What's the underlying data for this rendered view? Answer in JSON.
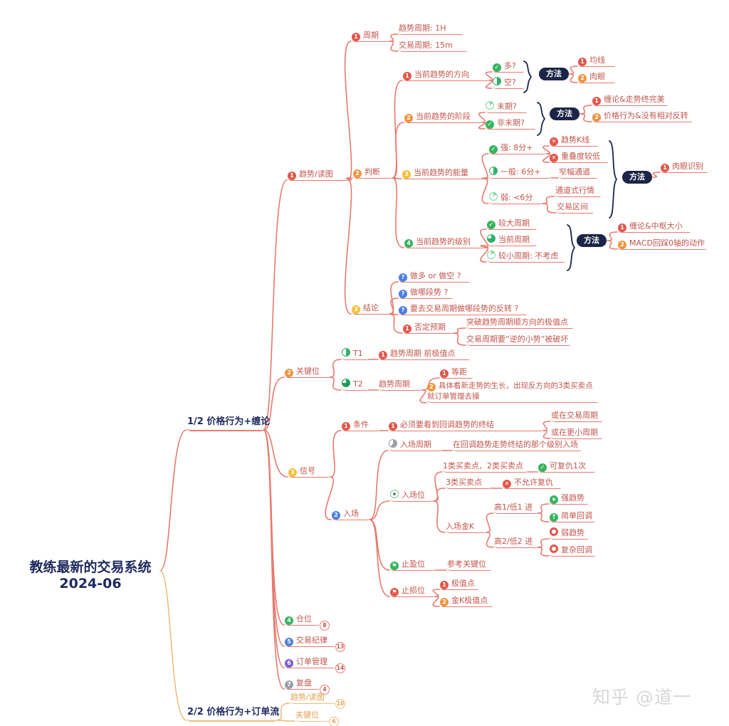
{
  "title": {
    "line1": "教练最新的交易系统",
    "line2": "2024-06"
  },
  "watermark": "知乎 @道一",
  "colors": {
    "red_line": "#e8796d",
    "red_text": "#c2554b",
    "orange_line": "#ecbc7c",
    "orange_text": "#dfa050",
    "navy": "#1e2a5e",
    "pill_bg": "#1c2547",
    "green": "#36b45c",
    "blue": "#4a7fe0",
    "purple": "#7a5cd6",
    "yellow": "#f3c13a",
    "gray": "#9aa0a6"
  },
  "nodes": {
    "b1": {
      "label": "1/2 价格行为+缠论"
    },
    "b2": {
      "label": "2/2 价格行为+订单流"
    },
    "trend": {
      "label": "趋势/读图",
      "icon": "n1"
    },
    "keypos": {
      "label": "关键位",
      "icon": "n2"
    },
    "signal": {
      "label": "信号",
      "icon": "n3"
    },
    "pos": {
      "label": "仓位",
      "icon": "n4",
      "badge": "8"
    },
    "discipline": {
      "label": "交易纪律",
      "icon": "n5",
      "badge": "13"
    },
    "order": {
      "label": "订单管理",
      "icon": "n6",
      "badge": "14"
    },
    "review": {
      "label": "复盘",
      "icon": "n7",
      "badge": "4"
    },
    "o_trend": {
      "label": "趋势/读图",
      "badge": "10"
    },
    "o_key": {
      "label": "关键位",
      "badge": "6"
    },
    "cycle": {
      "label": "周期",
      "icon": "n1"
    },
    "cycle1": {
      "label": "趋势周期: 1H"
    },
    "cycle2": {
      "label": "交易周期: 15m"
    },
    "judge": {
      "label": "判断",
      "icon": "n2"
    },
    "dir": {
      "label": "当前趋势的方向",
      "icon": "n1"
    },
    "dir_long": {
      "label": "多?",
      "icon": "check"
    },
    "dir_short": {
      "label": "空?",
      "icon": "half"
    },
    "m1": {
      "label": "方法"
    },
    "m1a": {
      "label": "均线",
      "icon": "n1"
    },
    "m1b": {
      "label": "肉眼",
      "icon": "n2"
    },
    "stage": {
      "label": "当前趋势的阶段",
      "icon": "n2"
    },
    "stage1": {
      "label": "末期?",
      "icon": "slice"
    },
    "stage2": {
      "label": "非末期?",
      "icon": "check"
    },
    "m2": {
      "label": "方法"
    },
    "m2a": {
      "label": "缠论&走势终完美",
      "icon": "n1"
    },
    "m2b": {
      "label": "价格行为&没有相对反转",
      "icon": "n2"
    },
    "energy": {
      "label": "当前趋势的能量",
      "icon": "n3"
    },
    "e_strong": {
      "label": "强: 8分+",
      "icon": "check"
    },
    "e_s1": {
      "label": "趋势K线",
      "icon": "x"
    },
    "e_s2": {
      "label": "重叠度较低",
      "icon": "x"
    },
    "e_mid": {
      "label": "一般: 6分+",
      "icon": "half"
    },
    "e_m1": {
      "label": "窄幅通道"
    },
    "e_weak": {
      "label": "弱: <6分",
      "icon": "slice"
    },
    "e_w1": {
      "label": "通道式行情"
    },
    "e_w2": {
      "label": "交易区间"
    },
    "m3": {
      "label": "方法"
    },
    "m3a": {
      "label": "肉眼识别",
      "icon": "n1"
    },
    "level": {
      "label": "当前趋势的级别",
      "icon": "n4"
    },
    "lv1": {
      "label": "较大周期",
      "icon": "check"
    },
    "lv2": {
      "label": "当前周期",
      "icon": "threeq"
    },
    "lv3": {
      "label": "较小周期: 不考虑",
      "icon": "slice"
    },
    "m4": {
      "label": "方法"
    },
    "m4a": {
      "label": "缠论&中枢大小",
      "icon": "n1"
    },
    "m4b": {
      "label": "MACD回踩0轴的动作",
      "icon": "n2"
    },
    "concl": {
      "label": "结论",
      "icon": "n3"
    },
    "c1": {
      "label": "做多 or 做空 ?",
      "icon": "q"
    },
    "c2": {
      "label": "做哪段势 ?",
      "icon": "q"
    },
    "c3": {
      "label": "要去交易周期做哪段势的反转 ?",
      "icon": "q"
    },
    "c4": {
      "label": "否定预期",
      "icon": "n1"
    },
    "c4a": {
      "label": "突破趋势周期顺方向的极值点"
    },
    "c4b": {
      "label": "交易周期要“逆的小势”被破坏"
    },
    "t1": {
      "label": "T1",
      "icon": "half"
    },
    "t1a": {
      "label": "趋势周期 前极值点",
      "icon": "n1"
    },
    "t2": {
      "label": "T2",
      "icon": "threeq2"
    },
    "t2a": {
      "label": "趋势周期"
    },
    "t2a1": {
      "label": "等距",
      "icon": "n1"
    },
    "t2a2": {
      "label": "具体看新走势的生长，出现反方向的3类买卖点 就订单管理去操",
      "icon": "n2"
    },
    "cond": {
      "label": "条件",
      "icon": "n1"
    },
    "cond1": {
      "label": "必须要看到回调趋势的终结",
      "icon": "n1"
    },
    "cond1a": {
      "label": "或在交易周期"
    },
    "cond1b": {
      "label": "或在更小周期"
    },
    "entrycycle": {
      "label": "入场周期",
      "icon": "prog"
    },
    "entrycycle1": {
      "label": "在回调趋势走势终结的那个级别入场"
    },
    "entry": {
      "label": "入场",
      "icon": "n2b"
    },
    "entrypos": {
      "label": "入场位",
      "icon": "target"
    },
    "ep1": {
      "label": "1类买卖点、2类买卖点"
    },
    "ep1a": {
      "label": "可复仇1次",
      "icon": "check"
    },
    "ep2": {
      "label": "3类买卖点"
    },
    "ep2a": {
      "label": "不允许复仇",
      "icon": "nox"
    },
    "goldk": {
      "label": "入场金K"
    },
    "gk1": {
      "label": "高1/低1 进"
    },
    "gk1a": {
      "label": "强趋势",
      "icon": "star"
    },
    "gk1b": {
      "label": "简单回调",
      "icon": "up"
    },
    "gk2": {
      "label": "高2/低2 进"
    },
    "gk2a": {
      "label": "弱趋势",
      "icon": "ring"
    },
    "gk2b": {
      "label": "复杂回调",
      "icon": "ring"
    },
    "tp": {
      "label": "止盈位",
      "icon": "flagg"
    },
    "tp1": {
      "label": "参考关键位"
    },
    "sl": {
      "label": "止损位",
      "icon": "flagr"
    },
    "sl1": {
      "label": "极值点",
      "icon": "n1"
    },
    "sl2": {
      "label": "金K极值点",
      "icon": "n2"
    }
  }
}
